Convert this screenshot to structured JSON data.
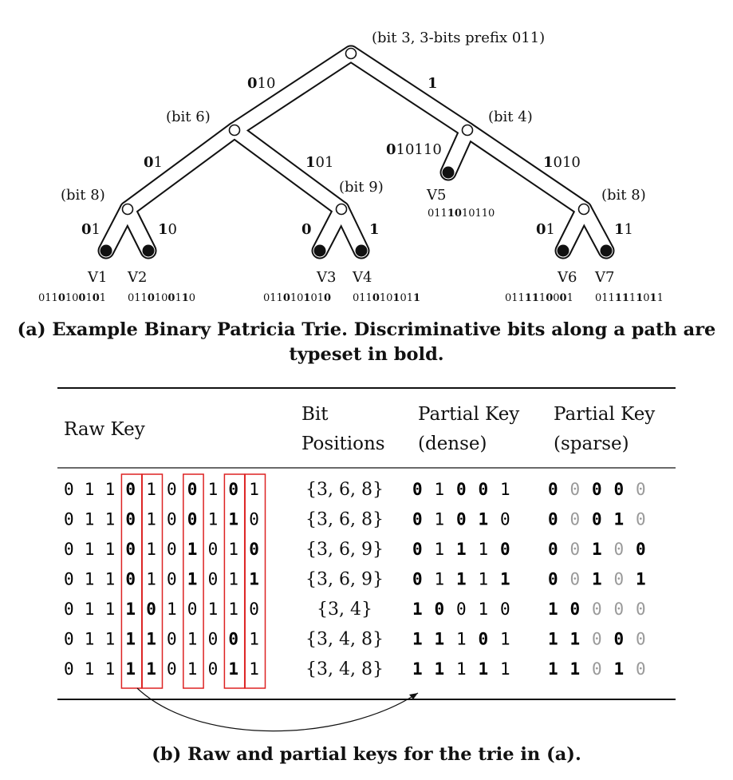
{
  "trie": {
    "root_label": "(bit 3, 3-bits prefix 011)",
    "edges": [
      {
        "id": "root-left",
        "bold": "0",
        "rest": "10"
      },
      {
        "id": "root-right",
        "bold": "1",
        "rest": ""
      },
      {
        "id": "b6-left",
        "bold": "0",
        "rest": "1"
      },
      {
        "id": "b6-right",
        "bold": "1",
        "rest": "01"
      },
      {
        "id": "b8l-left",
        "bold": "0",
        "rest": "1"
      },
      {
        "id": "b8l-right",
        "bold": "1",
        "rest": "0"
      },
      {
        "id": "b9-left",
        "bold": "0",
        "rest": ""
      },
      {
        "id": "b9-right",
        "bold": "1",
        "rest": ""
      },
      {
        "id": "b4-left",
        "bold": "0",
        "rest": "10110"
      },
      {
        "id": "b4-right",
        "bold": "1",
        "rest": "010"
      },
      {
        "id": "b8r-left",
        "bold": "0",
        "rest": "1"
      },
      {
        "id": "b8r-right",
        "bold": "1",
        "rest": "1"
      }
    ],
    "nodes": [
      {
        "id": "b6",
        "label": "(bit 6)"
      },
      {
        "id": "b4",
        "label": "(bit 4)"
      },
      {
        "id": "b8l",
        "label": "(bit 8)"
      },
      {
        "id": "b9",
        "label": "(bit 9)"
      },
      {
        "id": "b8r",
        "label": "(bit 8)"
      }
    ],
    "leaves": [
      {
        "name": "V1",
        "key": [
          [
            "011",
            false
          ],
          [
            "0",
            true
          ],
          [
            "10",
            false
          ],
          [
            "0",
            true
          ],
          [
            "1",
            false
          ],
          [
            "0",
            true
          ],
          [
            "1",
            false
          ]
        ]
      },
      {
        "name": "V2",
        "key": [
          [
            "011",
            false
          ],
          [
            "0",
            true
          ],
          [
            "10",
            false
          ],
          [
            "0",
            true
          ],
          [
            "1",
            false
          ],
          [
            "1",
            true
          ],
          [
            "0",
            false
          ]
        ]
      },
      {
        "name": "V3",
        "key": [
          [
            "011",
            false
          ],
          [
            "0",
            true
          ],
          [
            "10",
            false
          ],
          [
            "1",
            true
          ],
          [
            "01",
            false
          ],
          [
            "0",
            true
          ]
        ]
      },
      {
        "name": "V4",
        "key": [
          [
            "011",
            false
          ],
          [
            "0",
            true
          ],
          [
            "10",
            false
          ],
          [
            "1",
            true
          ],
          [
            "01",
            false
          ],
          [
            "1",
            true
          ]
        ]
      },
      {
        "name": "V5",
        "key": [
          [
            "011",
            false
          ],
          [
            "1",
            true
          ],
          [
            "0",
            true
          ],
          [
            "10110",
            false
          ]
        ]
      },
      {
        "name": "V6",
        "key": [
          [
            "011",
            false
          ],
          [
            "1",
            true
          ],
          [
            "1",
            true
          ],
          [
            "1",
            false
          ],
          [
            "0",
            true
          ],
          [
            "0",
            false
          ],
          [
            "0",
            true
          ],
          [
            "1",
            false
          ]
        ]
      },
      {
        "name": "V7",
        "key": [
          [
            "011",
            false
          ],
          [
            "1",
            true
          ],
          [
            "1",
            true
          ],
          [
            "1",
            false
          ],
          [
            "1",
            true
          ],
          [
            "0",
            false
          ],
          [
            "1",
            true
          ],
          [
            "1",
            false
          ]
        ]
      }
    ]
  },
  "caption_a": "(a) Example Binary Patricia Trie. Discriminative bits along a path are typeset in bold.",
  "table": {
    "headers": [
      "Raw Key",
      "Bit Positions",
      "Partial Key (dense)",
      "Partial Key (sparse)"
    ],
    "header_lines": [
      [
        "Raw Key"
      ],
      [
        "Bit",
        "Positions"
      ],
      [
        "Partial Key",
        "(dense)"
      ],
      [
        "Partial Key",
        "(sparse)"
      ]
    ],
    "rows": [
      {
        "raw": "0110100101",
        "bold_idx": [
          3,
          6,
          8
        ],
        "positions": "{3, 6, 8}",
        "dense": [
          "0",
          "1",
          "0",
          "0",
          "1"
        ],
        "dense_bold": [
          0,
          2,
          3
        ],
        "sparse": [
          "0",
          "0",
          "0",
          "0",
          "0"
        ],
        "sparse_bold": [
          0,
          2,
          3
        ]
      },
      {
        "raw": "0110100110",
        "bold_idx": [
          3,
          6,
          8
        ],
        "positions": "{3, 6, 8}",
        "dense": [
          "0",
          "1",
          "0",
          "1",
          "0"
        ],
        "dense_bold": [
          0,
          2,
          3
        ],
        "sparse": [
          "0",
          "0",
          "0",
          "1",
          "0"
        ],
        "sparse_bold": [
          0,
          2,
          3
        ]
      },
      {
        "raw": "0110101010",
        "bold_idx": [
          3,
          6,
          9
        ],
        "positions": "{3, 6, 9}",
        "dense": [
          "0",
          "1",
          "1",
          "1",
          "0"
        ],
        "dense_bold": [
          0,
          2,
          4
        ],
        "sparse": [
          "0",
          "0",
          "1",
          "0",
          "0"
        ],
        "sparse_bold": [
          0,
          2,
          4
        ]
      },
      {
        "raw": "0110101011",
        "bold_idx": [
          3,
          6,
          9
        ],
        "positions": "{3, 6, 9}",
        "dense": [
          "0",
          "1",
          "1",
          "1",
          "1"
        ],
        "dense_bold": [
          0,
          2,
          4
        ],
        "sparse": [
          "0",
          "0",
          "1",
          "0",
          "1"
        ],
        "sparse_bold": [
          0,
          2,
          4
        ]
      },
      {
        "raw": "0111010110",
        "bold_idx": [
          3,
          4
        ],
        "positions": "{3, 4}",
        "dense": [
          "1",
          "0",
          "0",
          "1",
          "0"
        ],
        "dense_bold": [
          0,
          1
        ],
        "sparse": [
          "1",
          "0",
          "0",
          "0",
          "0"
        ],
        "sparse_bold": [
          0,
          1
        ]
      },
      {
        "raw": "0111101001",
        "bold_idx": [
          3,
          4,
          8
        ],
        "positions": "{3, 4, 8}",
        "dense": [
          "1",
          "1",
          "1",
          "0",
          "1"
        ],
        "dense_bold": [
          0,
          1,
          3
        ],
        "sparse": [
          "1",
          "1",
          "0",
          "0",
          "0"
        ],
        "sparse_bold": [
          0,
          1,
          3
        ]
      },
      {
        "raw": "0111101011",
        "bold_idx": [
          3,
          4,
          8
        ],
        "positions": "{3, 4, 8}",
        "dense": [
          "1",
          "1",
          "1",
          "1",
          "1"
        ],
        "dense_bold": [
          0,
          1,
          3
        ],
        "sparse": [
          "1",
          "1",
          "0",
          "1",
          "0"
        ],
        "sparse_bold": [
          0,
          1,
          3
        ]
      }
    ],
    "highlight_columns": [
      3,
      4,
      6,
      8,
      9
    ]
  },
  "caption_b": "(b) Raw and partial keys for the trie in (a).",
  "colors": {
    "highlight_box": "#d22222",
    "sparse_gray": "#9a9a9a",
    "ink": "#111111"
  }
}
